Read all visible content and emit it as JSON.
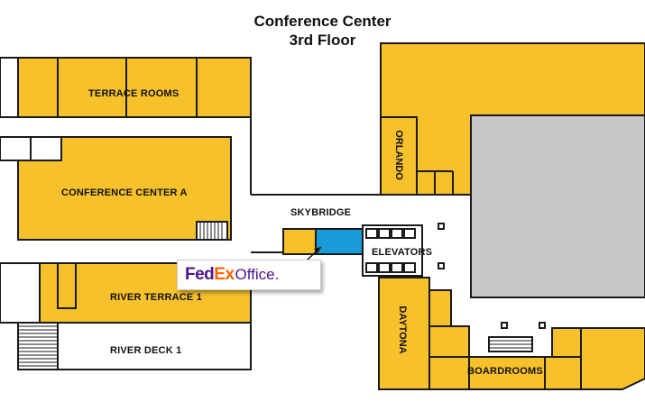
{
  "title": {
    "line1": "Conference Center",
    "line2": "3rd Floor"
  },
  "rooms": {
    "terrace_rooms": "TERRACE ROOMS",
    "conference_center_a": "CONFERENCE CENTER A",
    "river_terrace_1": "RIVER TERRACE 1",
    "river_deck_1": "RIVER DECK 1",
    "skybridge": "SKYBRIDGE",
    "elevators": "ELEVATORS",
    "orlando": "ORLANDO",
    "daytona": "DAYTONA",
    "boardrooms": "BOARDROOMS"
  },
  "fedex": {
    "fed": "Fed",
    "ex": "Ex",
    "office": "Office."
  },
  "colors": {
    "room": "#f6c12b",
    "highlight": "#1a9ad6",
    "atrium": "#c8c8c8"
  }
}
